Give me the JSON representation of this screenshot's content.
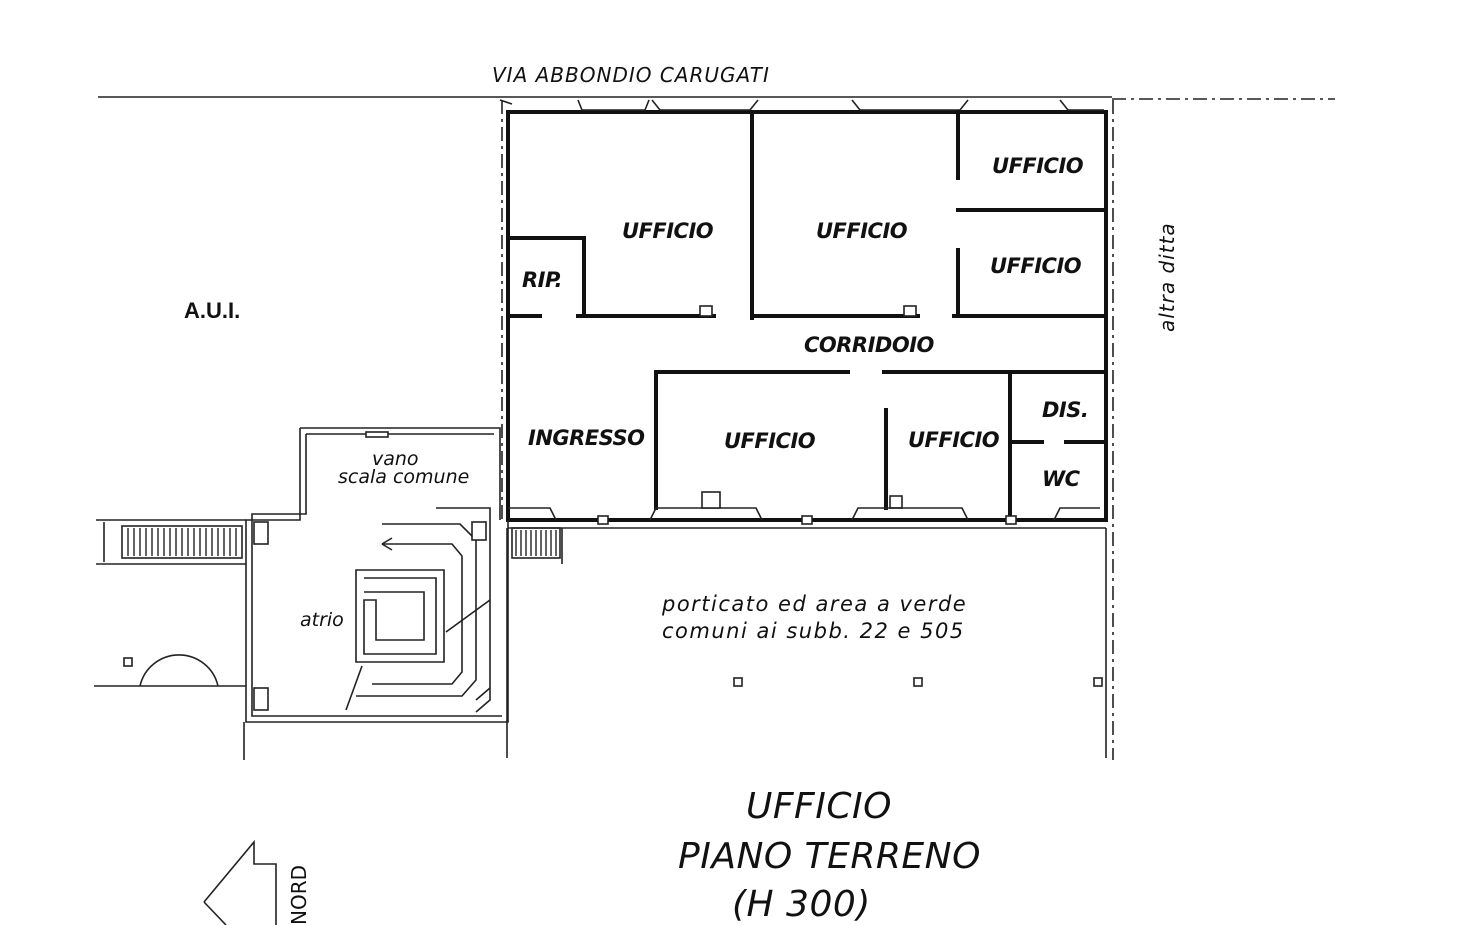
{
  "plan": {
    "street": "VIA ABBONDIO CARUGATI",
    "neighbor_left": "A.U.I.",
    "neighbor_right": "altra ditta",
    "rooms": {
      "ufficio_1": "UFFICIO",
      "ufficio_2": "UFFICIO",
      "ufficio_3": "UFFICIO",
      "ufficio_4": "UFFICIO",
      "ufficio_5": "UFFICIO",
      "ufficio_6": "UFFICIO",
      "rip": "RIP.",
      "corridoio": "CORRIDOIO",
      "ingresso": "INGRESSO",
      "dis": "DIS.",
      "wc": "WC",
      "vano_line1": "vano",
      "vano_line2": "scala comune",
      "atrio": "atrio"
    },
    "portico_line1": "porticato ed area a verde",
    "portico_line2": "comuni ai subb. 22 e 505",
    "title_line1": "UFFICIO",
    "title_line2": "PIANO TERRENO",
    "title_line3": "(H 300)",
    "north_label": "NORD"
  }
}
